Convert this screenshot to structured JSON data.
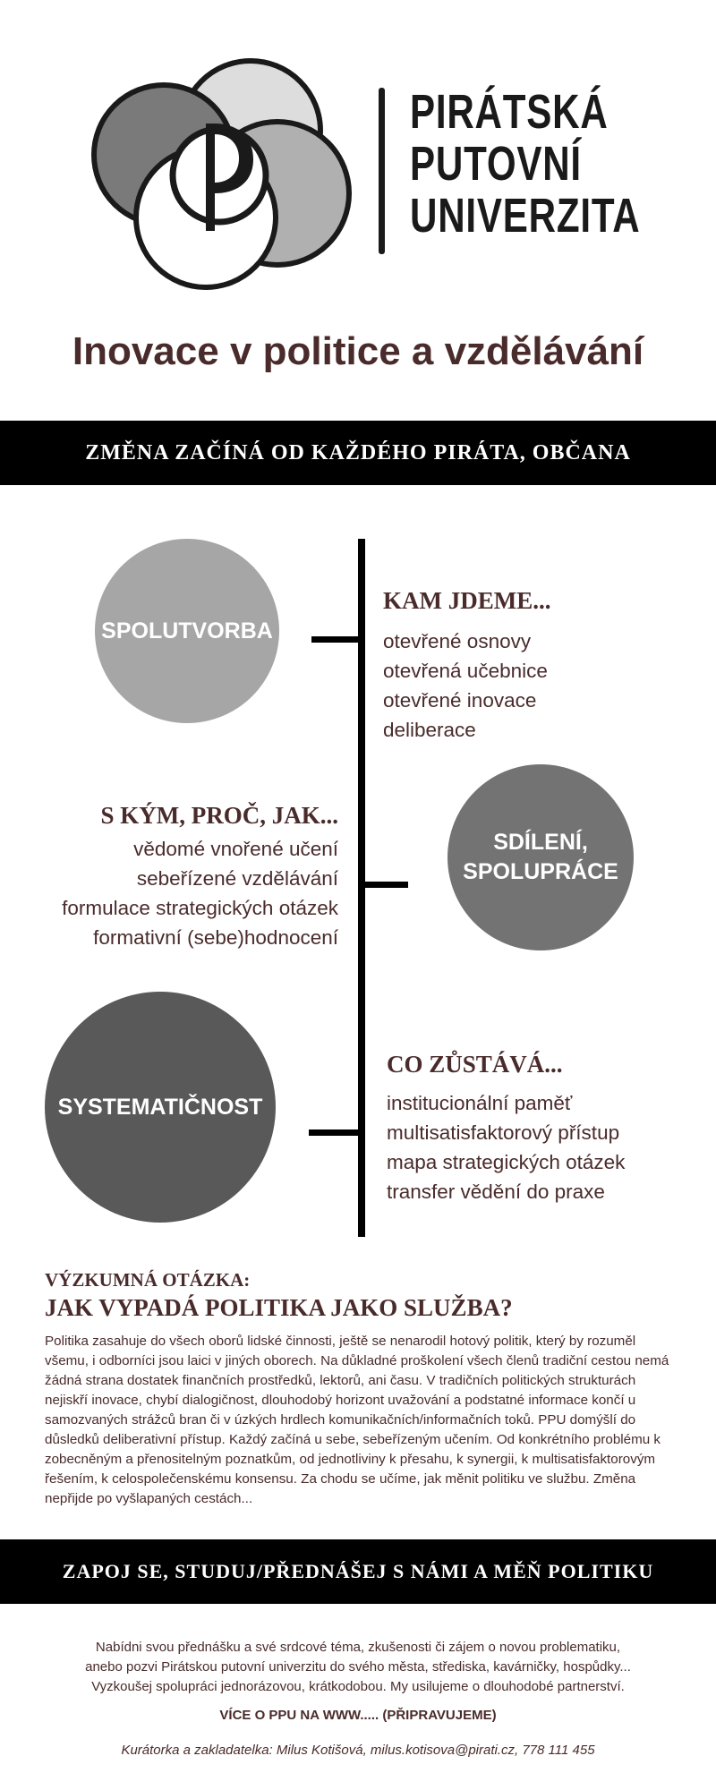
{
  "logo": {
    "lines": [
      "PIRÁTSKÁ",
      "PUTOVNÍ",
      "UNIVERZITA"
    ]
  },
  "title": "Inovace v politice a vzdělávání",
  "banner_top": "ZMĚNA ZAČÍNÁ OD KAŽDÉHO PIRÁTA, OBČANA",
  "section1": {
    "circle": "SPOLUTVORBA",
    "heading": "KAM JDEME...",
    "items": [
      "otevřené  osnovy",
      "otevřená učebnice",
      "otevřené inovace",
      "deliberace"
    ]
  },
  "section2": {
    "circle_line1": "SDÍLENÍ,",
    "circle_line2": "SPOLUPRÁCE",
    "heading": "S KÝM, PROČ, JAK...",
    "items": [
      "vědomé vnořené učení",
      "sebeřízené vzdělávání",
      "formulace strategických otázek",
      "formativní (sebe)hodnocení"
    ]
  },
  "section3": {
    "circle": "SYSTEMATIČNOST",
    "heading": "CO ZŮSTÁVÁ...",
    "items": [
      "institucionální paměť",
      "multisatisfaktorový přístup",
      "mapa strategických otázek",
      "transfer vědění do praxe"
    ]
  },
  "research": {
    "label": "VÝZKUMNÁ OTÁZKA:",
    "question": "JAK VYPADÁ POLITIKA JAKO SLUŽBA?",
    "body": "Politika zasahuje do všech oborů lidské činnosti, ještě se nenarodil hotový politik, který by rozuměl všemu, i odborníci jsou laici v jiných oborech. Na důkladné proškolení všech členů tradiční cestou nemá žádná strana dostatek finančních prostředků, lektorů, ani času. V tradičních politických strukturách nejiskří inovace, chybí dialogičnost, dlouhodobý horizont uvažování a podstatné informace končí u samozvaných strážců bran či v úzkých hrdlech komunikačních/informačních toků. PPU domýšlí do důsledků deliberativní přístup. Každý začíná u sebe, sebeřízeným učením. Od konkrétního problému k zobecněným a přenositelným poznatkům, od jednotliviny k přesahu, k synergii, k multisatisfaktorovým řešením, k celospolečenskému konsensu. Za chodu se učíme, jak měnit politiku ve službu. Změna nepřijde po vyšlapaných cestách..."
  },
  "banner_bottom": "ZAPOJ SE, STUDUJ/PŘEDNÁŠEJ S NÁMI A MĚŇ POLITIKU",
  "footer": {
    "line1": "Nabídni svou přednášku a své srdcové téma, zkušenosti či zájem o novou problematiku,",
    "line2": "anebo pozvi Pirátskou putovní univerzitu do svého města, střediska, kavárničky, hospůdky...",
    "line3": "Vyzkoušej spolupráci jednorázovou, krátkodobou. My usilujeme o dlouhodobé partnerství.",
    "more": "VÍCE O PPU NA WWW..... (PŘIPRAVUJEME)",
    "contact": "Kurátorka a zakladatelka: Milus Kotišová, milus.kotisova@pirati.cz, 778 111 455"
  },
  "colors": {
    "text": "#4a2b2b",
    "circle_light": "#a6a6a6",
    "circle_mid": "#737373",
    "circle_dark": "#595959",
    "band": "#000000"
  }
}
